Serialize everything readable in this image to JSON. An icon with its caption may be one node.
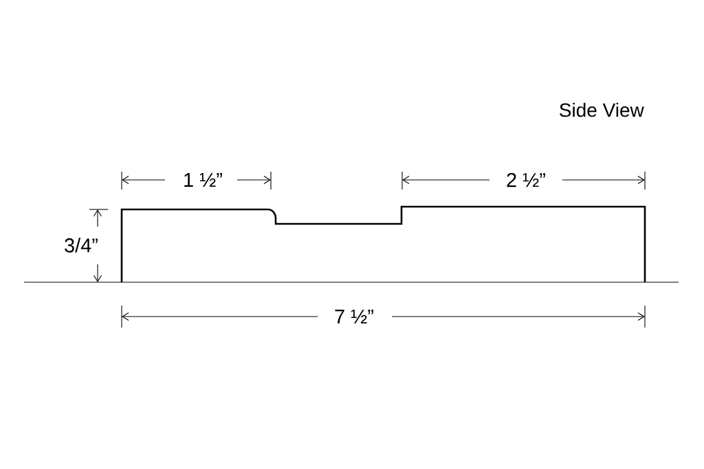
{
  "diagram": {
    "title": "Side View",
    "labels": [
      "1 ½”",
      "2 ½”",
      "3/4”",
      "7 ½”"
    ]
  }
}
